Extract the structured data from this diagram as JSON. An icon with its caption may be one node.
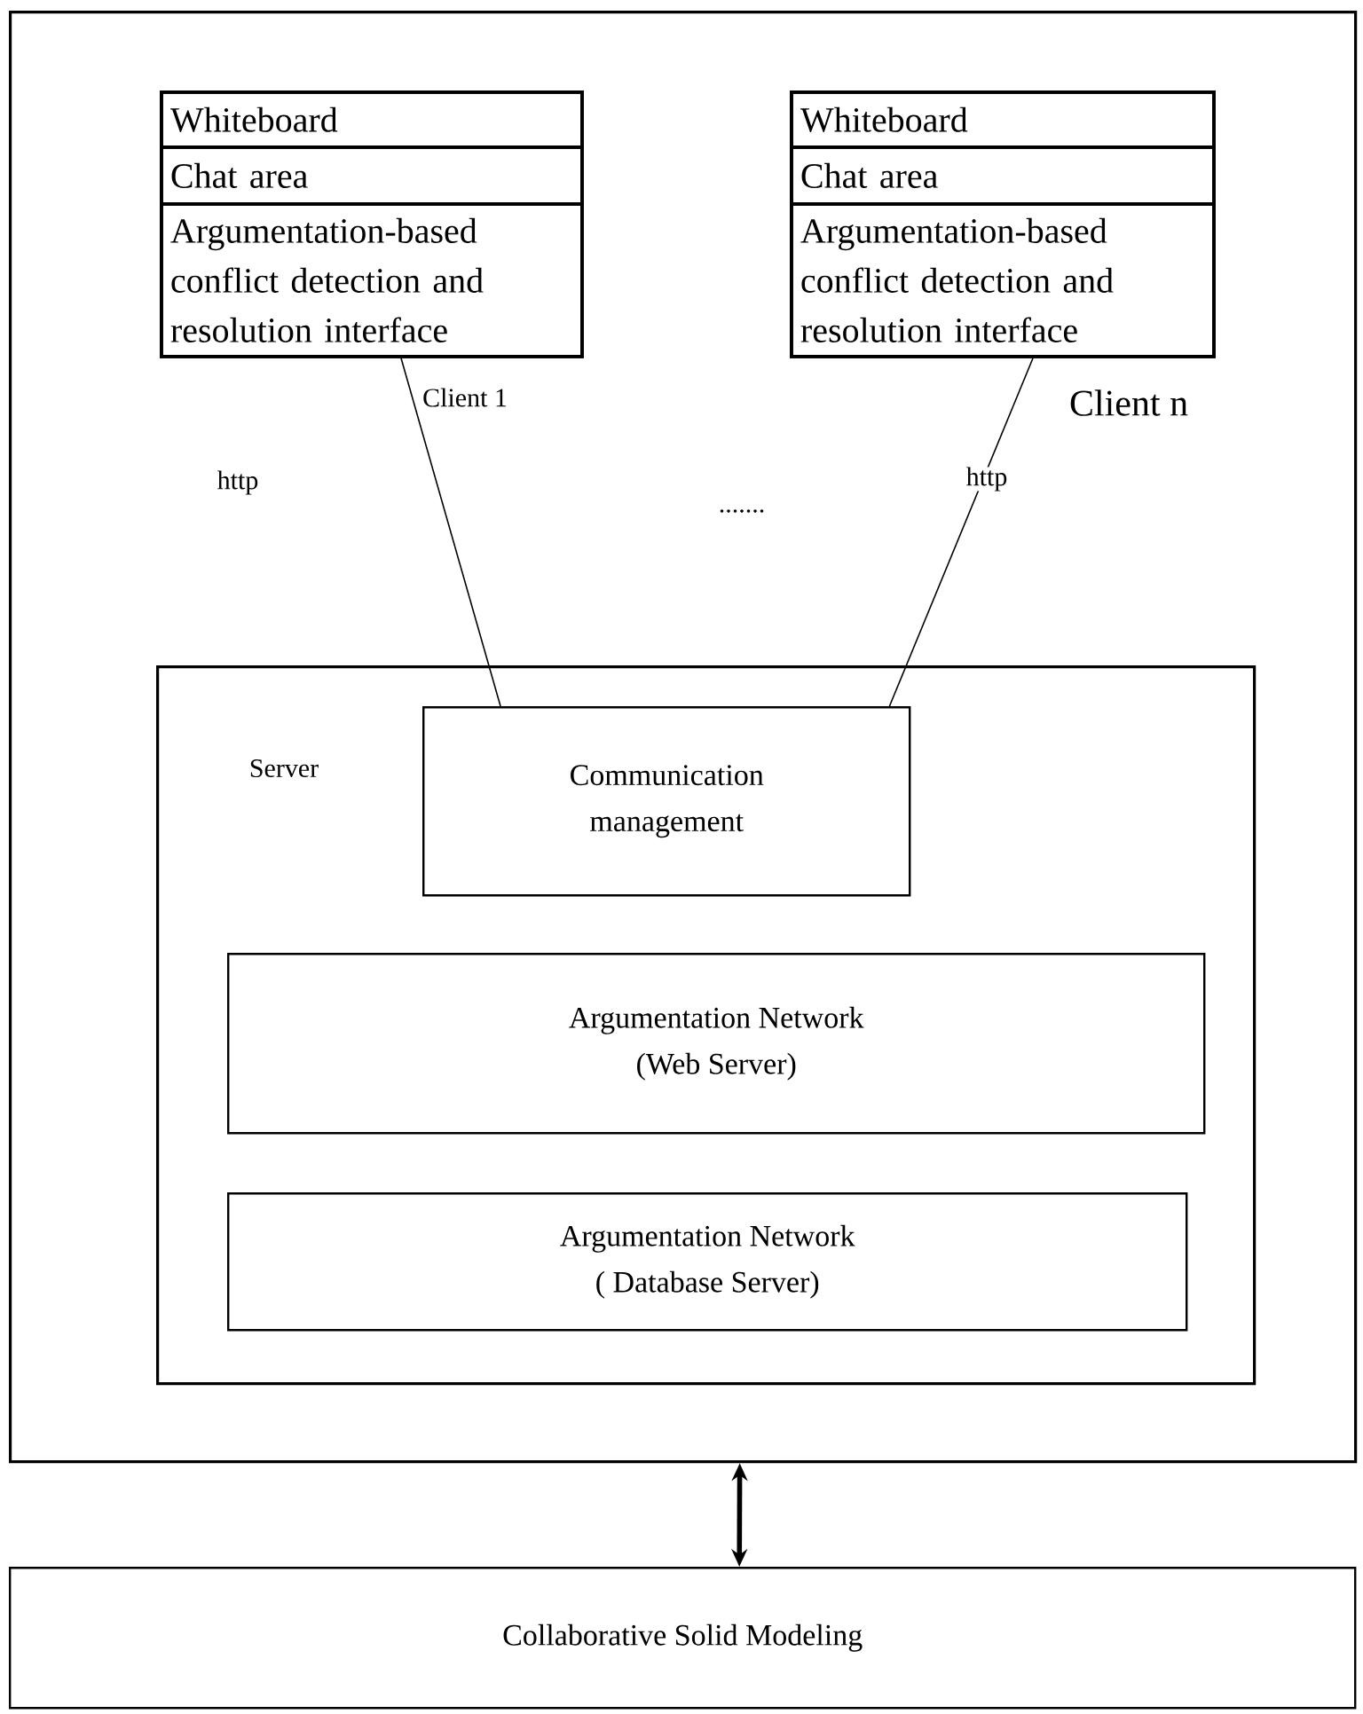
{
  "diagram": {
    "nodes": [
      {
        "text": [],
        "shape": "box"
      },
      {
        "text": [
          "Client 1"
        ],
        "in": 0
      },
      {
        "text": [
          "Whiteboard"
        ],
        "in": 1
      },
      {
        "text": [
          "Chat area"
        ],
        "in": 1
      },
      {
        "text": [
          "Argumentation-based conflict detection and resolution interface"
        ],
        "in": 1
      },
      {
        "text": [
          "Client n"
        ],
        "in": 0
      },
      {
        "text": [
          "Whiteboard"
        ],
        "in": 5
      },
      {
        "text": [
          "Chat area"
        ],
        "in": 5
      },
      {
        "text": [
          "Argumentation-based conflict detection and resolution interface"
        ],
        "in": 5
      },
      {
        "text": [
          "Server"
        ],
        "in": 0
      },
      {
        "text": [
          "Communication management"
        ],
        "in": 9
      },
      {
        "text": [
          "Argumentation Network (Web Server)"
        ],
        "in": 9
      },
      {
        "text": [
          "Argumentation Network ( Database Server)"
        ],
        "in": 9
      },
      {
        "text": [
          "Collaborative Solid Modeling"
        ]
      }
    ],
    "edges": [
      {
        "from": 1,
        "to": 10,
        "arrow": "none"
      },
      {
        "from": 5,
        "to": 10,
        "arrow": "none",
        "label": "http"
      },
      {
        "from": 0,
        "to": 13,
        "arrow": "both",
        "style": "thick"
      }
    ],
    "labels": [
      "http",
      "......."
    ]
  }
}
